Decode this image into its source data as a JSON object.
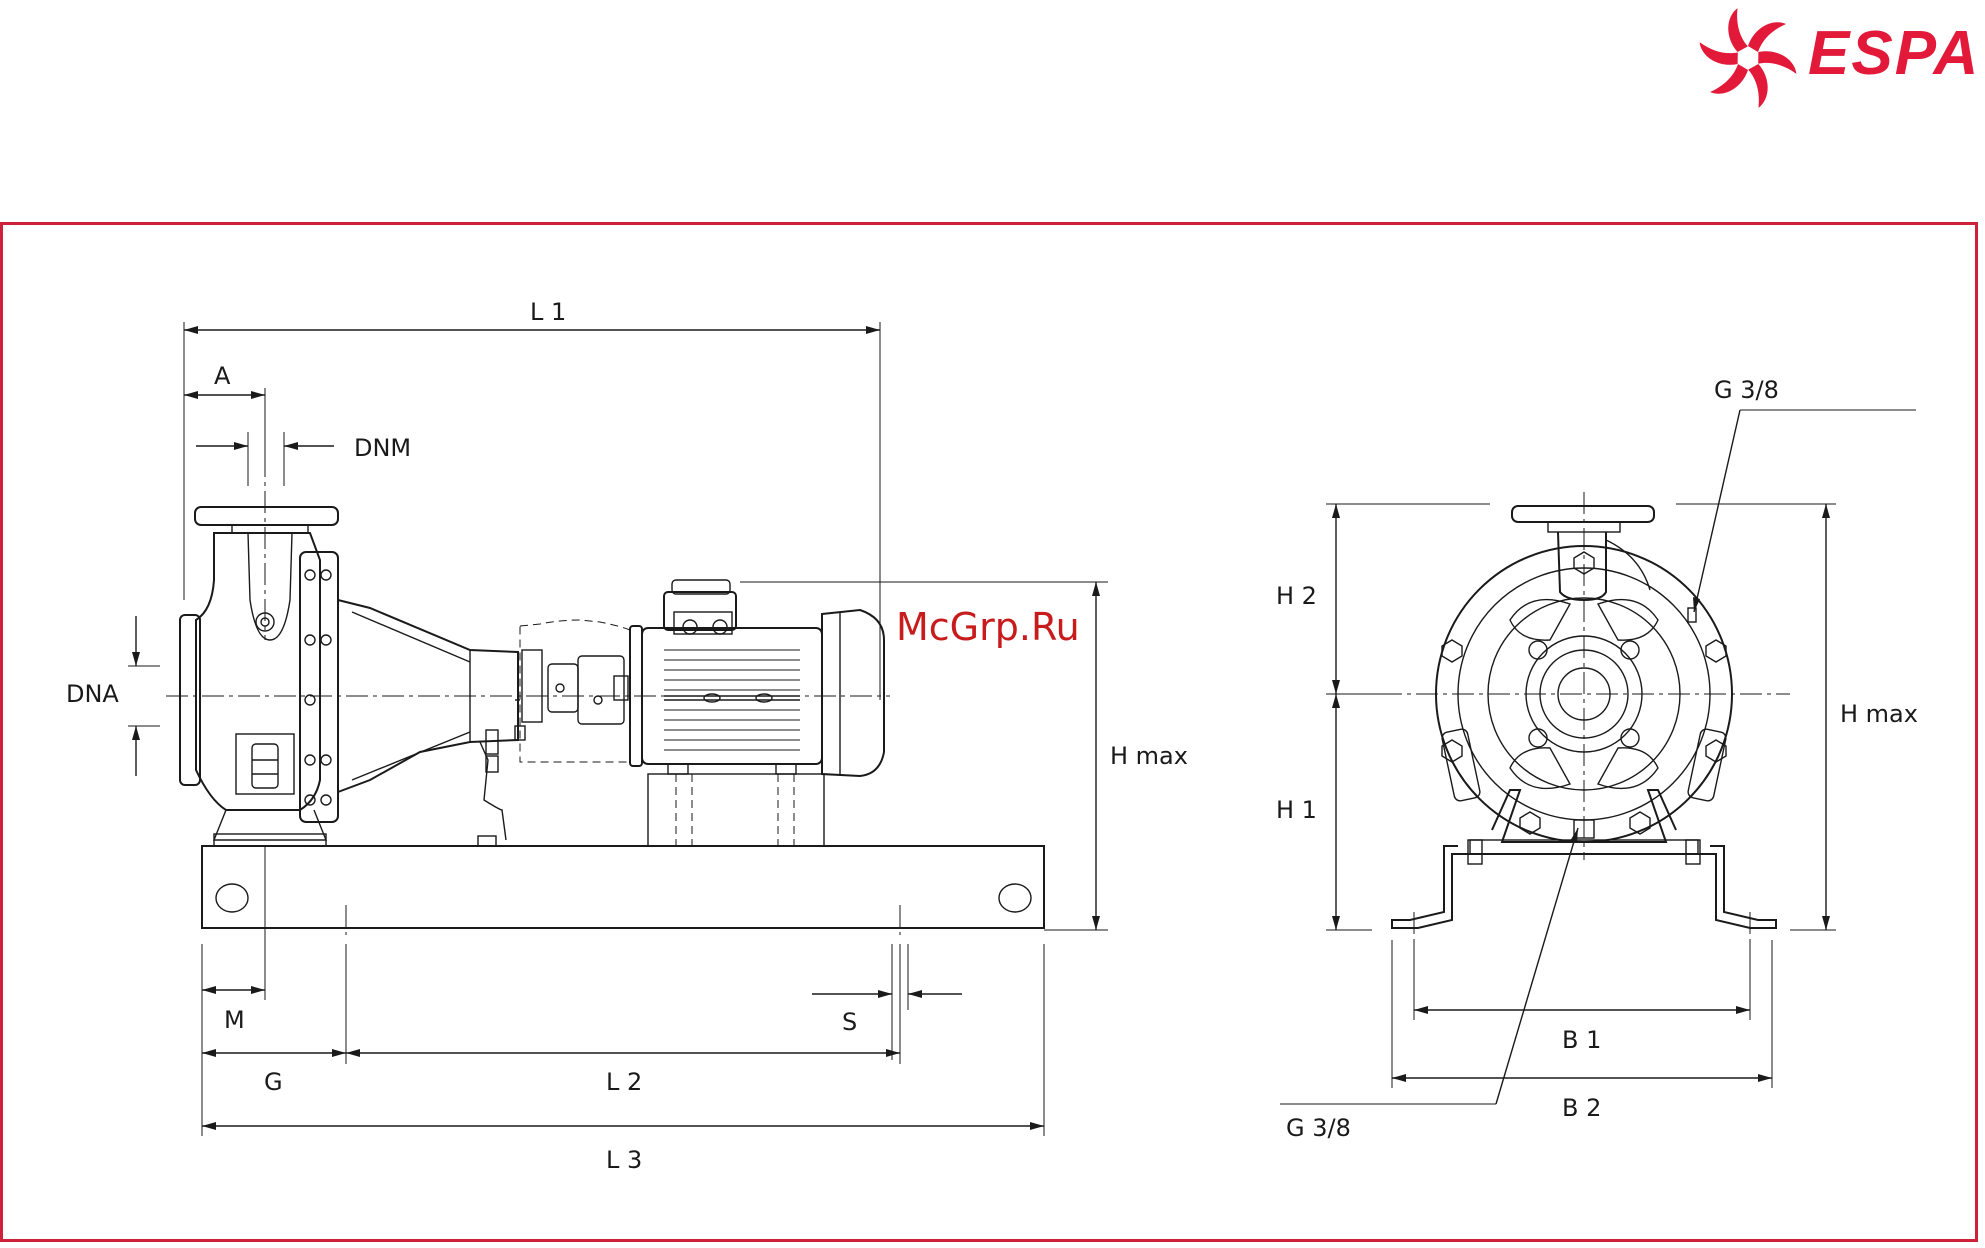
{
  "brand": {
    "name": "ESPA",
    "color": "#e3193a"
  },
  "frame_color": "#d0213c",
  "watermark": "McGrp.Ru",
  "side_view": {
    "dimensions": {
      "l1": "L 1",
      "a": "A",
      "dnm": "DNM",
      "dna": "DNA",
      "hmax": "H max",
      "m": "M",
      "s": "S",
      "g": "G",
      "l2": "L 2",
      "l3": "L 3"
    }
  },
  "front_view": {
    "dimensions": {
      "g38_top": "G 3/8",
      "h2": "H 2",
      "h1": "H 1",
      "hmax": "H max",
      "b1": "B 1",
      "b2": "B 2",
      "g38_bottom": "G 3/8"
    }
  }
}
